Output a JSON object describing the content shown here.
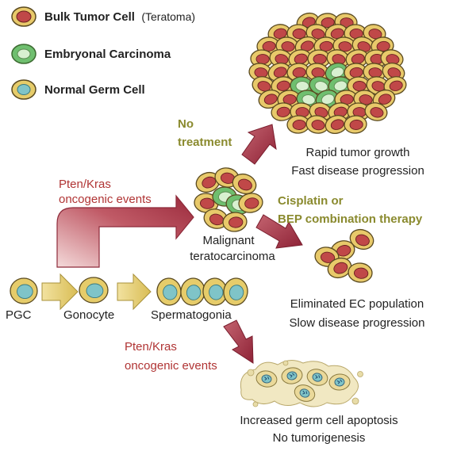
{
  "legend": {
    "bulk": {
      "label": "Bulk Tumor Cell",
      "qualifier": "(Teratoma)"
    },
    "ec": {
      "label": "Embryonal Carcinoma"
    },
    "normal": {
      "label": "Normal Germ Cell"
    }
  },
  "stages": {
    "pgc": "PGC",
    "gonocyte": "Gonocyte",
    "spermatogonia": "Spermatogonia"
  },
  "malignant": {
    "line1": "Malignant",
    "line2": "teratocarcinoma"
  },
  "oncogenic_top": {
    "line1": "Pten/Kras",
    "line2": "oncogenic events"
  },
  "oncogenic_bottom": {
    "line1": "Pten/Kras",
    "line2": "oncogenic events"
  },
  "no_treatment": {
    "line1": "No",
    "line2": "treatment"
  },
  "therapy": {
    "line1": "Cisplatin or",
    "line2": "BEP combination therapy"
  },
  "outcome_rapid": {
    "line1": "Rapid tumor growth",
    "line2": "Fast disease progression"
  },
  "outcome_eliminated": {
    "line1": "Eliminated EC population",
    "line2": "Slow disease progression"
  },
  "outcome_apoptosis": {
    "line1": "Increased germ cell apoptosis",
    "line2": "No tumorigenesis"
  },
  "colors": {
    "cell_outline": "#5a4a20",
    "bulk_fill": "#e8c96a",
    "bulk_nucleus": "#c04848",
    "ec_fill": "#6fbf6f",
    "ec_nucleus": "#d8f0d0",
    "normal_fill": "#e6cc6a",
    "normal_nucleus": "#7fc4c8",
    "arrow_red": "#a33040",
    "arrow_yellow": "#e0c86a",
    "text_red": "#b03434",
    "text_olive": "#8a8a2e"
  }
}
